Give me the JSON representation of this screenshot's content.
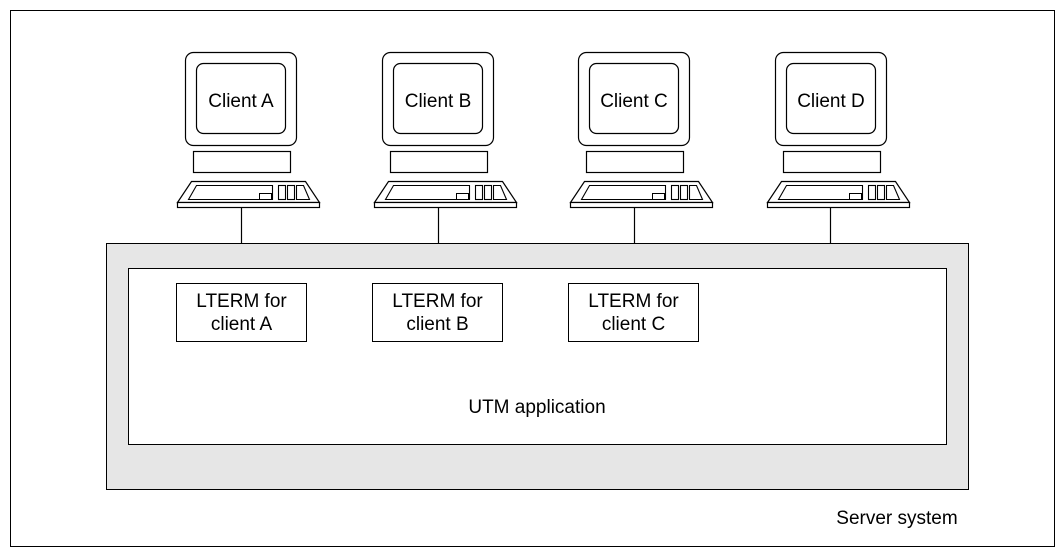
{
  "colors": {
    "line": "#000000",
    "server_fill": "#e6e6e6",
    "background": "#ffffff"
  },
  "clients": [
    {
      "label": "Client A"
    },
    {
      "label": "Client B"
    },
    {
      "label": "Client C"
    },
    {
      "label": "Client D"
    }
  ],
  "lterms": [
    {
      "line1": "LTERM for",
      "line2": "client A"
    },
    {
      "line1": "LTERM for",
      "line2": "client B"
    },
    {
      "line1": "LTERM for",
      "line2": "client C"
    }
  ],
  "application_label": "UTM application",
  "server_label": "Server system"
}
